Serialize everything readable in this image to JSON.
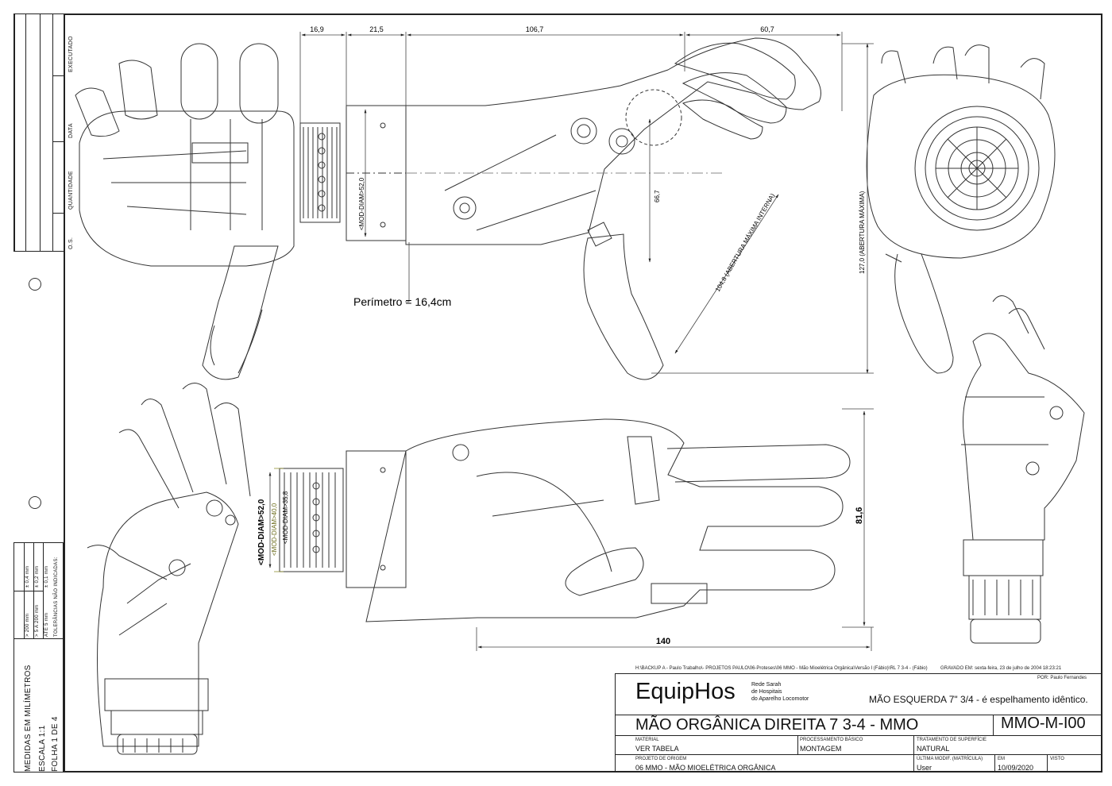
{
  "revision_table": {
    "headers": [
      "O.S.",
      "QUANTIDADE",
      "DATA",
      "EXECUTADO"
    ]
  },
  "tolerances": {
    "caption": "TOLERÂNCIAS NÃO INDICADAS:",
    "rows": [
      {
        "range": "ATÉ 5 mm",
        "tol": "± 0,1 mm"
      },
      {
        "range": "> 5 A 200 mm",
        "tol": "± 0,2 mm"
      },
      {
        "range": "> 200 mm",
        "tol": "± 0,4 mm"
      }
    ],
    "units": "MEDIDAS EM MILÍMETROS",
    "scale": "ESCALA 1:1",
    "sheet": "FOLHA 1 DE 4"
  },
  "dimensions": {
    "d1": "16,9",
    "d2": "21,5",
    "d3": "106,7",
    "d4": "60,7",
    "d5": "66,7",
    "diam_top": "<MOD-DIAM>52,0",
    "open_inner": "104,8  (ABERTURA MÁXIMA INTERNA)",
    "open_max": "127,0  (ABERTURA MÁXIMA)",
    "perimeter": "Perímetro = 16,4cm",
    "diam_bottom": "<MOD-DIAM>52,0",
    "diam_40": "<MOD-DIAM>40,0",
    "diam_35": "<MOD-DIAM>35,8",
    "height": "81,6",
    "length": "140"
  },
  "title_block": {
    "path": "H:\\BACKUP A - Paulo Trabalho\\- PROJETOS PAULO\\06-Proteses\\06 MMO - Mão Mioelétrica Orgânica\\Versão I (Fábio)\\RL 7 3-4 - (Fábio)",
    "saved": "GRAVADO EM: sexta-feira, 23 de julho de 2004 18:23:21",
    "author": "POR: Paulo Fernandes",
    "company": "EquipHos",
    "org_line1": "Rede Sarah",
    "org_line2": "de Hospitais",
    "org_line3": "do Aparelho Locomotor",
    "note": "MÃO ESQUERDA 7\" 3/4 - é espelhamento idêntico.",
    "title": "MÃO ORGÂNICA DIREITA 7 3-4 - MMO",
    "code": "MMO-M-I00",
    "material_label": "MATERIAL",
    "material_value": "VER TABELA",
    "process_label": "PROCESSAMENTO BÁSICO",
    "process_value": "MONTAGEM",
    "surface_label": "TRATAMENTO DE SUPERFÍCIE",
    "surface_value": "NATURAL",
    "project_label": "PROJETO DE ORIGEM",
    "project_value": "06 MMO - MÃO MIOELÉTRICA ORGÂNICA",
    "lastmod_label": "ÚLTIMA MODIF. (MATRÍCULA)",
    "lastmod_value": "User",
    "date_label": "EM",
    "date_value": "10/09/2020",
    "visto_label": "VISTO"
  }
}
